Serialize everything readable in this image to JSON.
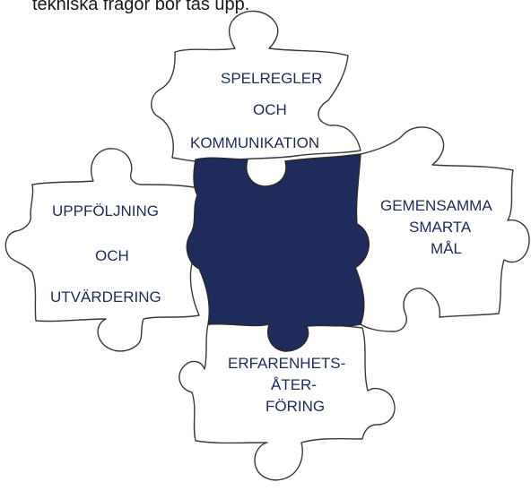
{
  "caption": "tekniska frågor bör tas upp.",
  "pieces": {
    "top": {
      "line1": "SPELREGLER",
      "line2": "OCH",
      "line3": "KOMMUNIKATION"
    },
    "right": {
      "line1": "GEMENSAMMA",
      "line2": "SMARTA",
      "line3": "MÅL"
    },
    "left": {
      "line1": "UPPFÖLJNING",
      "line2": "OCH",
      "line3": "UTVÄRDERING"
    },
    "bottom": {
      "line1": "ERFARENHETS-",
      "line2": "ÅTER-",
      "line3": "FÖRING"
    }
  },
  "colors": {
    "center_piece": "#1f2b5a",
    "label_text": "#1f2b5a"
  }
}
